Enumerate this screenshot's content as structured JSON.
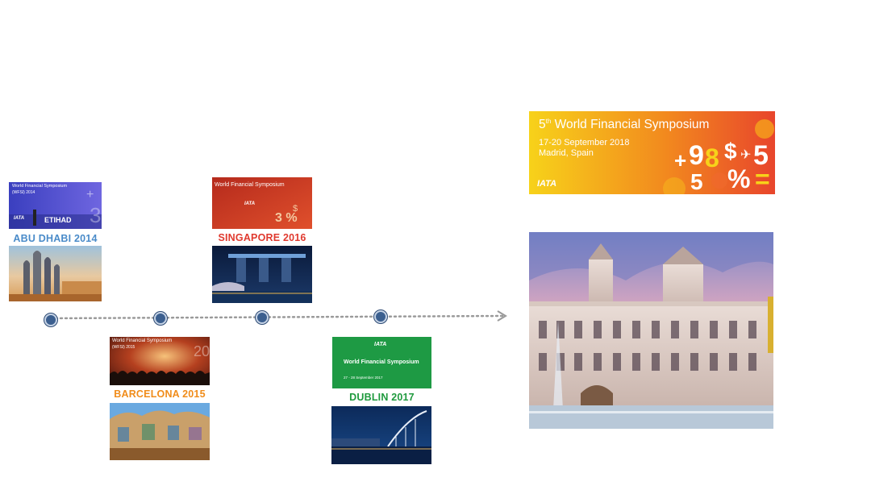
{
  "timeline": {
    "events": [
      {
        "label": "ABU DHABI 2014",
        "color": "#4a8bc9",
        "poster_title": "World Financial Symposium",
        "poster_sub": "(WFSI) 2014",
        "brand": "ETIHAD"
      },
      {
        "label": "BARCELONA 2015",
        "color": "#f08c1a",
        "poster_title": "World Financial Symposium",
        "poster_sub": "(WFSI) 2015"
      },
      {
        "label": "SINGAPORE 2016",
        "color": "#e03a2f",
        "poster_title": "World Financial Symposium",
        "poster_sub": "3 %"
      },
      {
        "label": "DUBLIN 2017",
        "color": "#1f9a3e",
        "poster_title": "World Financial Symposium",
        "poster_sub": "27 - 28 September 2017"
      }
    ],
    "logo_text": "IATA"
  },
  "banner": {
    "edition": "5",
    "edition_sup": "th",
    "title": "World Financial Symposium",
    "dates": "17-20 September 2018",
    "location": "Madrid, Spain",
    "logo": "IATA",
    "symbols": {
      "plus": "+",
      "nine": "9",
      "eight": "8",
      "dollar": "$",
      "five_a": "5",
      "five_b": "5",
      "percent": "%",
      "equals": "="
    }
  },
  "colors": {
    "node": "#3b5f8f",
    "line": "#9a9a9a",
    "banner_start": "#f7d21a",
    "banner_end": "#e8452c"
  }
}
